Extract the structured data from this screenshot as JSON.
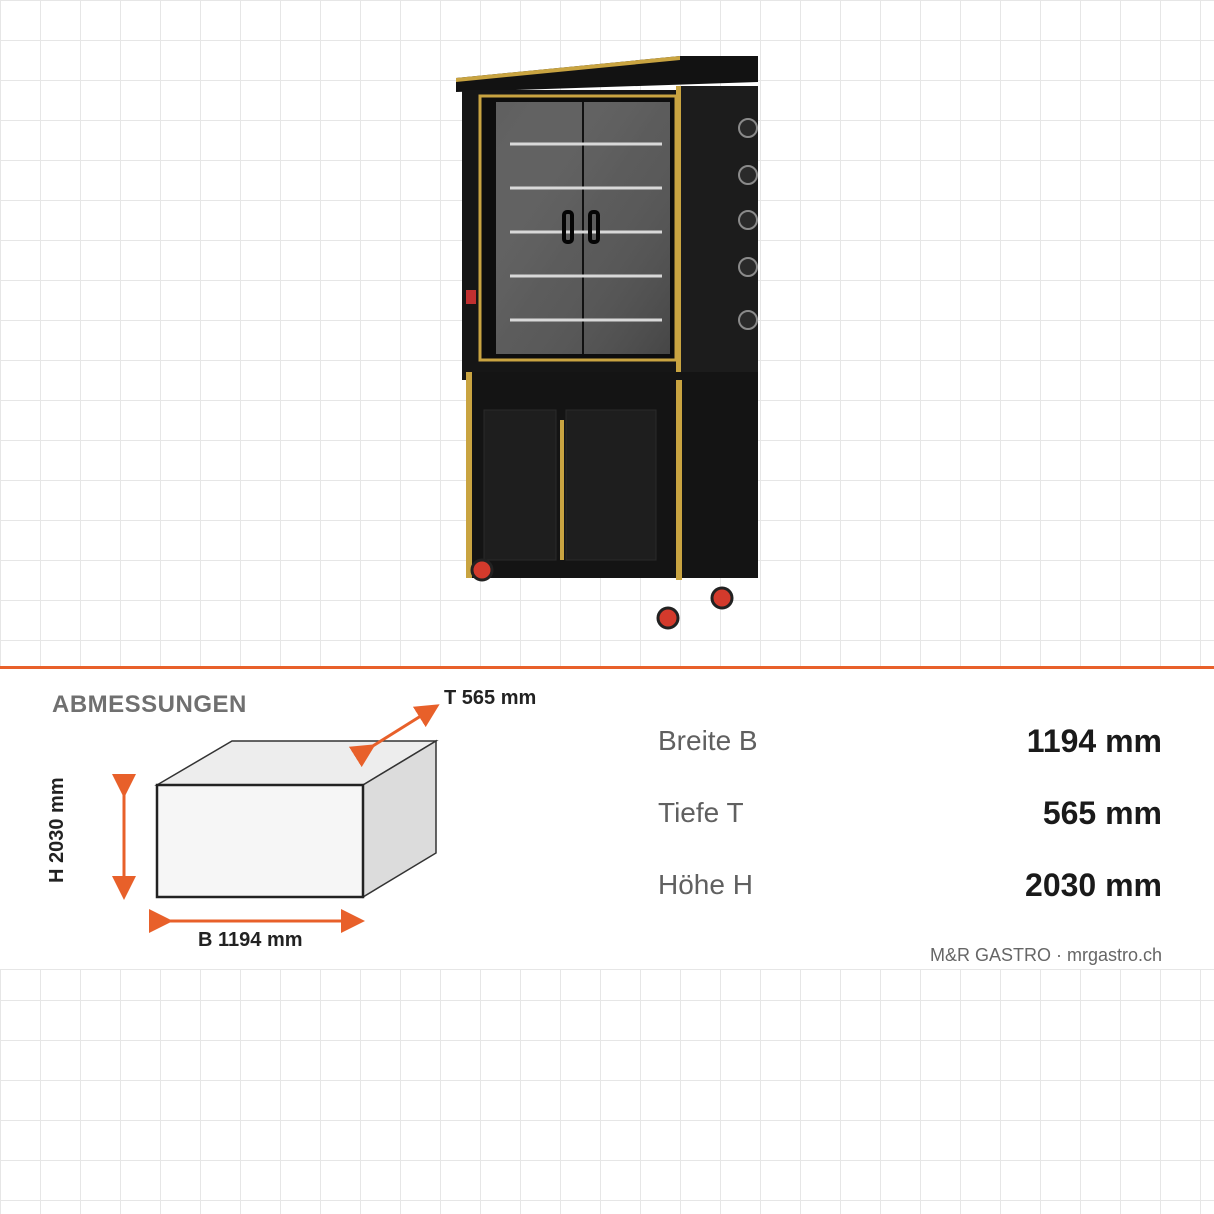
{
  "product": {
    "image_label": "product-photo",
    "colors": {
      "body": "#111111",
      "trim": "#c9a441",
      "glass": "#4a4a4a",
      "wheel": "#d33a2c"
    }
  },
  "dimensions": {
    "section_title": "ABMESSUNGEN",
    "diagram": {
      "t_label": "T  565 mm",
      "b_label": "B  1194 mm",
      "h_label": "H  2030 mm",
      "arrow_color": "#e8602a"
    },
    "rows": [
      {
        "name": "Breite  B",
        "value": "1194 mm"
      },
      {
        "name": "Tiefe    T",
        "value": "565 mm"
      },
      {
        "name": "Höhe     H",
        "value": "2030 mm"
      }
    ],
    "footer": "M&R GASTRO · mrgastro.ch"
  }
}
